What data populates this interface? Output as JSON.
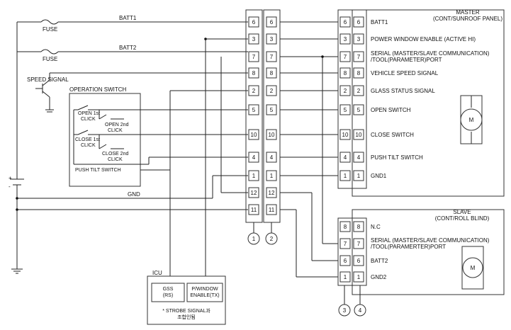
{
  "wires": {
    "batt1": "BATT1",
    "batt2": "BATT2",
    "gnd": "GND",
    "fuse": "FUSE"
  },
  "battery": {
    "plus": "+",
    "minus": "-"
  },
  "speed_signal": "SPEED SIGNAL",
  "operation_switch": {
    "title": "OPERATION SWITCH",
    "open_1st": [
      "OPEN 1st",
      "CLICK"
    ],
    "open_2nd": [
      "OPEN 2nd",
      "CLICK"
    ],
    "close_1st": [
      "CLOSE 1st",
      "CLICK"
    ],
    "close_2nd": [
      "CLOSE 2nd",
      "CLICK"
    ],
    "push_tilt": "PUSH TILT SWITCH"
  },
  "connector_pins": [
    "6",
    "3",
    "7",
    "8",
    "2",
    "5",
    "10",
    "4",
    "1",
    "12",
    "11"
  ],
  "connector_ids": [
    "1",
    "2",
    "3",
    "4"
  ],
  "master": {
    "title": "MASTER",
    "subtitle": "(CONT/SUNROOF PANEL)",
    "pins": [
      "6",
      "3",
      "7",
      "8",
      "2",
      "5",
      "10",
      "4",
      "1"
    ],
    "labels": [
      "BATT1",
      "POWER WINDOW ENABLE (ACTIVE HI)",
      [
        "SERIAL (MASTER/SLAVE COMMUNICATION)",
        "/TOOL(PARAMETER)PORT"
      ],
      "VEHICLE SPEED SIGNAL",
      "GLASS STATUS SIGNAL",
      "OPEN SWITCH",
      "CLOSE SWITCH",
      "PUSH TILT SWITCH",
      "GND1"
    ],
    "motor": "M"
  },
  "slave": {
    "title": "SLAVE",
    "subtitle": "(CONT/ROLL BLIND)",
    "pins": [
      "8",
      "7",
      "6",
      "1"
    ],
    "labels": [
      "N.C",
      [
        "SERIAL (MASTER/SLAVE COMMUNICATION)",
        "/TOOL(PARAMERTER)PORT"
      ],
      "BATT2",
      "GND2"
    ],
    "motor": "M"
  },
  "icu": {
    "title": "ICU",
    "gss": [
      "GSS",
      "(RS)"
    ],
    "pwin": [
      "P/WINDOW",
      "ENABLE(TX)"
    ],
    "note": [
      "* STROBE SIGNAL과",
      "조합인됨"
    ]
  }
}
